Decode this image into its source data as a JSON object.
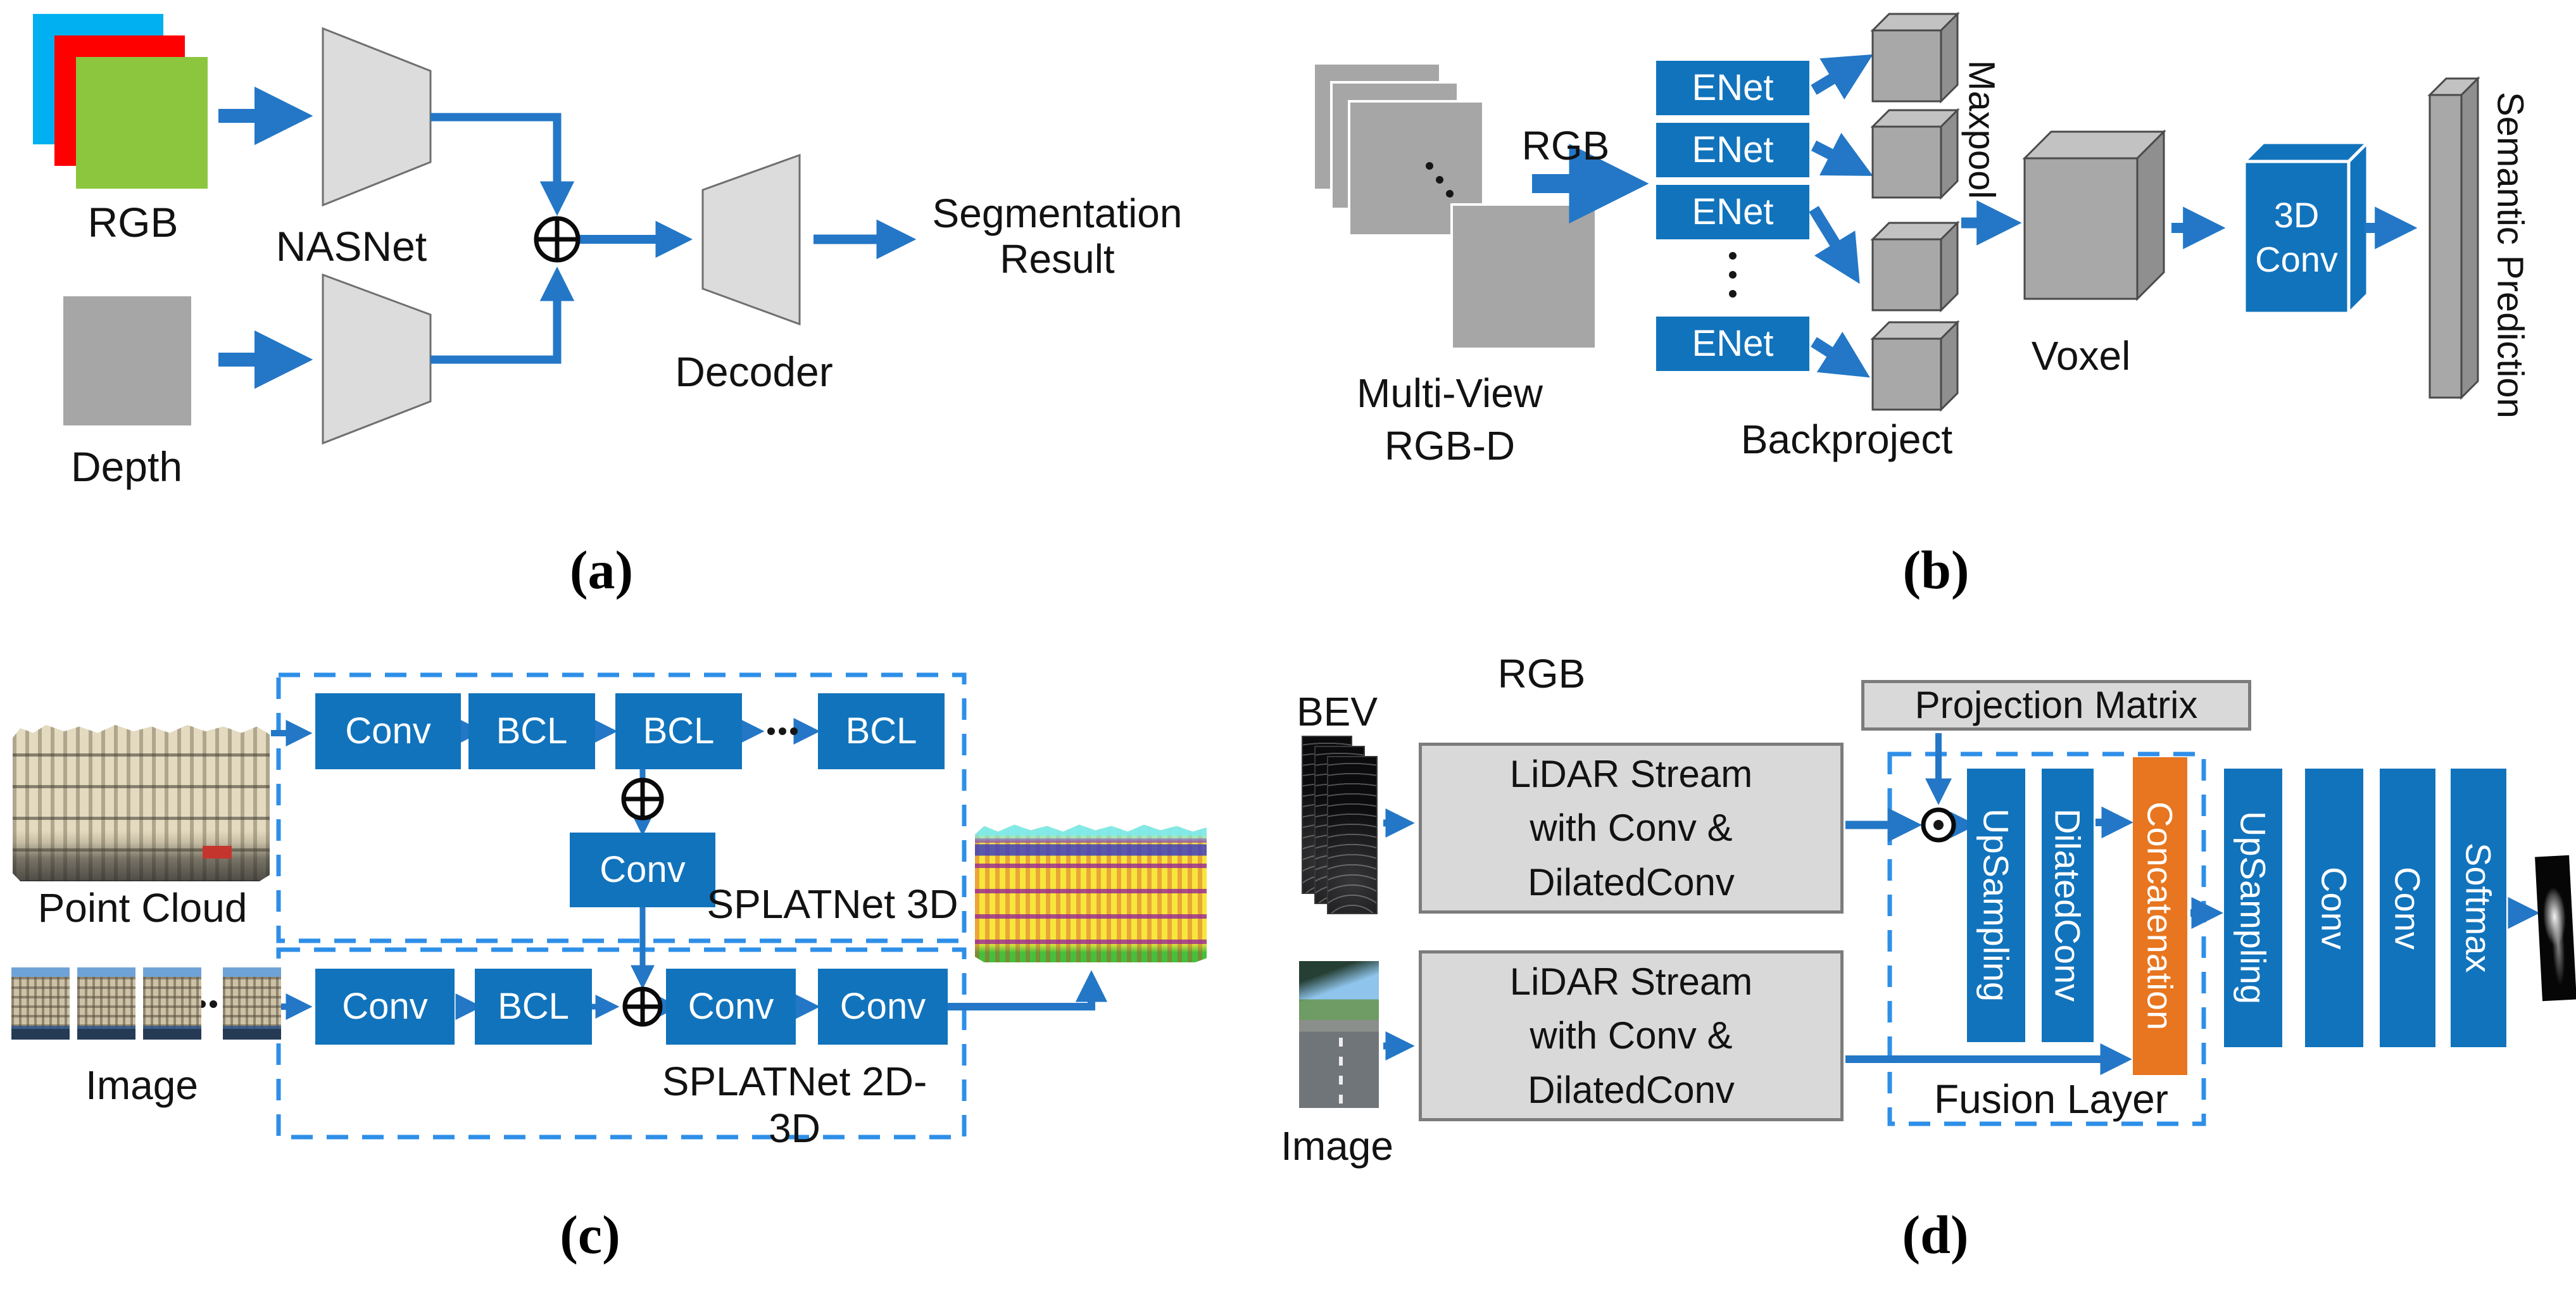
{
  "colors": {
    "box_blue": "#1173BC",
    "arrow_blue": "#2377C6",
    "dashed_blue": "#2E8FE8",
    "orange": "#E8751F",
    "gray_fill": "#D9D9D9",
    "gray_border": "#7C7C7C",
    "trap_fill": "#DCDCDC",
    "square_gray": "#A6A6A6",
    "cube_front": "#A8A8A8",
    "cube_top": "#C2C2C2",
    "cube_side": "#8F8F8F",
    "rgb_cyan": "#00B0F0",
    "rgb_red": "#FF0000",
    "rgb_green": "#8CC63F"
  },
  "icons": {
    "sum": "circled-plus",
    "product": "circled-dot"
  },
  "panel_a": {
    "label": "(a)",
    "rgb": "RGB",
    "depth": "Depth",
    "nasnet": "NASNet",
    "decoder": "Decoder",
    "segmentation_result": "Segmentation\nResult"
  },
  "panel_b": {
    "label": "(b)",
    "multi_view": "Multi-View\nRGB-D",
    "rgb": "RGB",
    "enet": [
      "ENet",
      "ENet",
      "ENet",
      "ENet"
    ],
    "backproject": "Backproject",
    "maxpool": "Maxpool",
    "voxel": "Voxel",
    "conv3d": "3D\nConv",
    "semantic_prediction": "Semantic Prediction"
  },
  "panel_c": {
    "label": "(c)",
    "point_cloud": "Point Cloud",
    "image": "Image",
    "row1": [
      "Conv",
      "BCL",
      "BCL",
      "BCL"
    ],
    "mid_conv": "Conv",
    "row2": [
      "Conv",
      "BCL",
      "Conv",
      "Conv"
    ],
    "splatnet_3d": "SPLATNet 3D",
    "splatnet_2d3d": "SPLATNet 2D-3D"
  },
  "panel_d": {
    "label": "(d)",
    "bev": "BEV",
    "rgb": "RGB",
    "image": "Image",
    "lidar_stream": "LiDAR Stream\nwith Conv &\nDilatedConv",
    "projection_matrix": "Projection Matrix",
    "fusion_layer": "Fusion Layer",
    "fusion_blocks": [
      "UpSampling",
      "DilatedConv",
      "Concatenation"
    ],
    "head_blocks": [
      "UpSampling",
      "Conv",
      "Conv",
      "Softmax"
    ]
  }
}
